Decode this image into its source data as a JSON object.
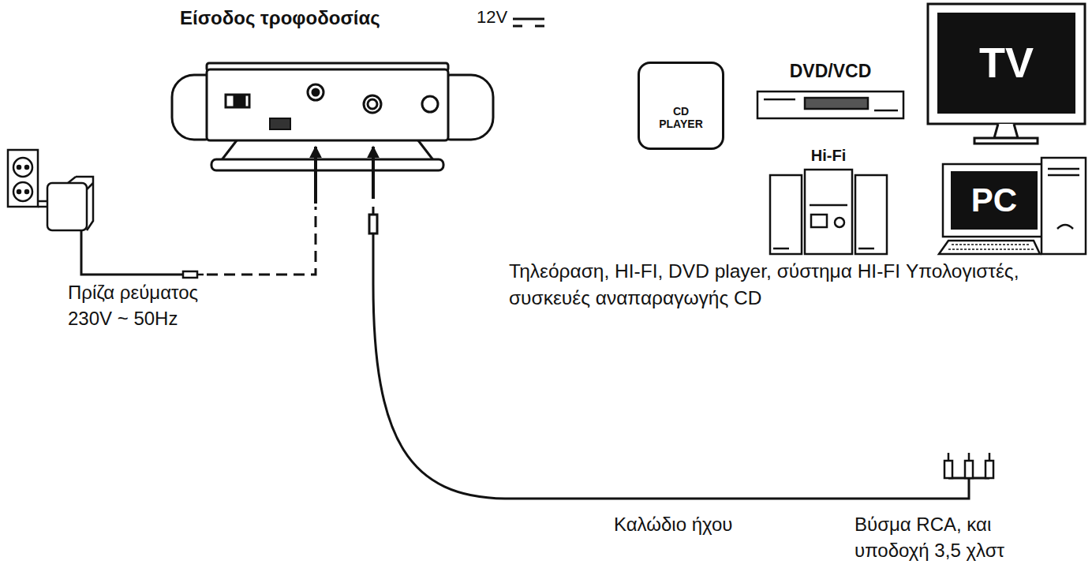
{
  "diagram": {
    "nodes": [
      {
        "text": [
          "CD PLAYER"
        ]
      },
      {
        "text": [
          "DVD/VCD"
        ]
      },
      {
        "text": [
          "TV"
        ]
      },
      {
        "text": [
          "Hi-Fi"
        ]
      },
      {
        "text": [
          "PC"
        ]
      }
    ],
    "labels": [
      "Είσοδος τροφοδοσίας",
      "12V",
      "Πρίζα ρεύματος 230V ~ 50Hz",
      "Τηλεόραση, HI-FI, DVD player, σύστημα HI-FI Υπολογιστές, συσκευές αναπαραγωγής CD",
      "Καλώδιο ήχου",
      "Βύσμα RCA, και υποδοχή 3,5 χλστ"
    ]
  }
}
